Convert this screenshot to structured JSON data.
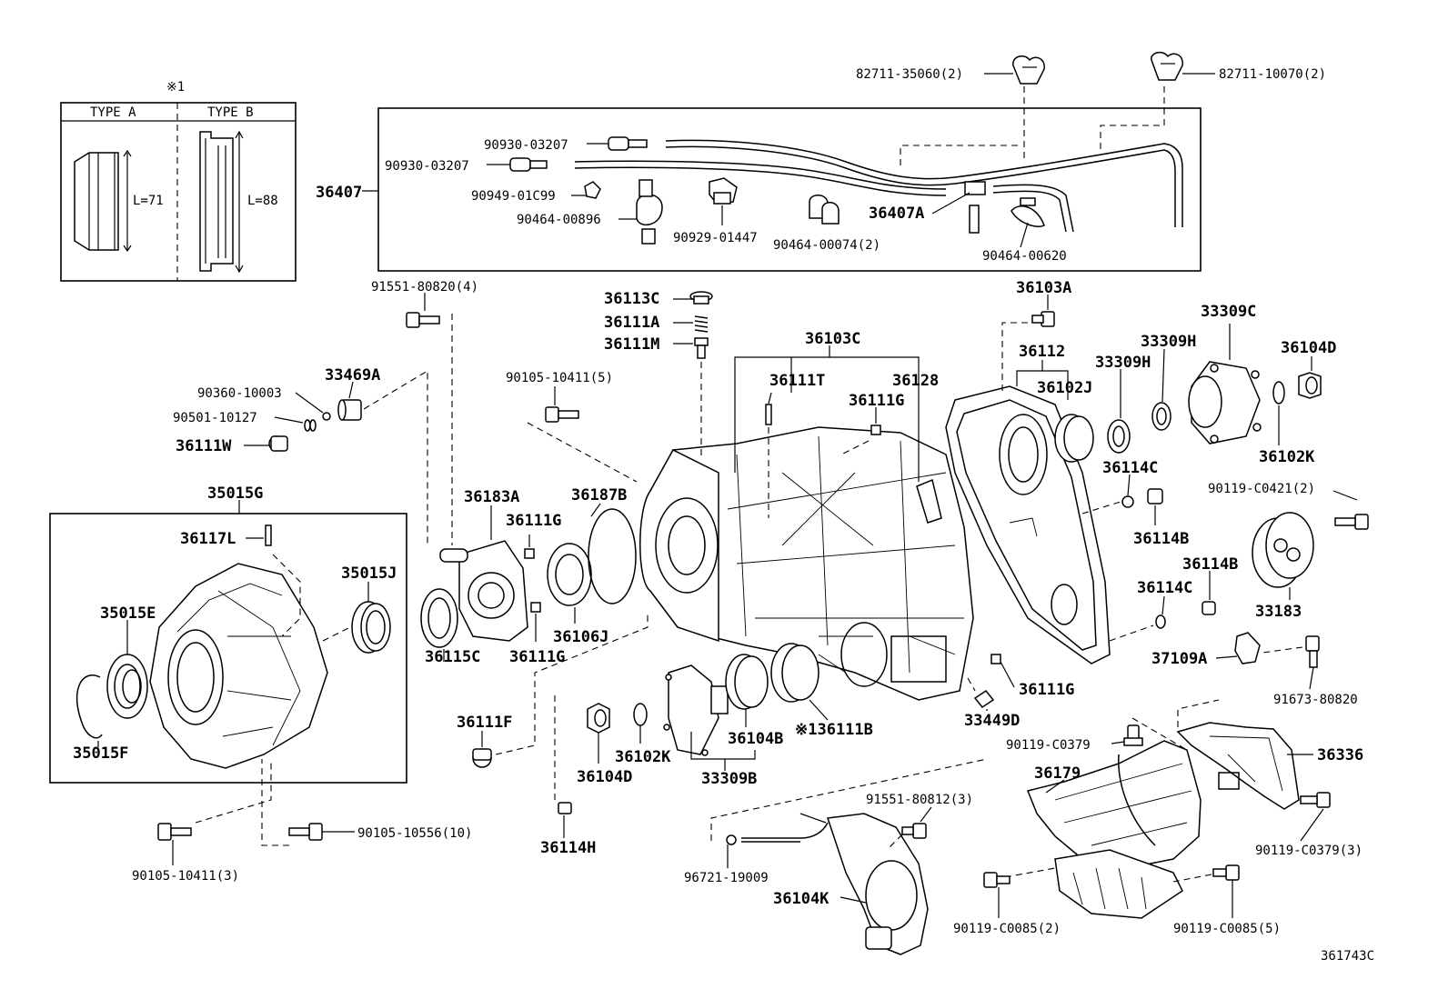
{
  "note_mark": "※1",
  "inset_types": {
    "type_a": "TYPE A",
    "type_b": "TYPE B",
    "len_a": "L=71",
    "len_b": "L=88"
  },
  "group_labels": {
    "hose_kit": "36407",
    "extension_kit": "35015G"
  },
  "labels": [
    {
      "id": "p8271135060",
      "text": "82711-35060(2)"
    },
    {
      "id": "p8271110070",
      "text": "82711-10070(2)"
    },
    {
      "id": "p9093003207a",
      "text": "90930-03207"
    },
    {
      "id": "p9093003207b",
      "text": "90930-03207"
    },
    {
      "id": "p9094901c99",
      "text": "90949-01C99"
    },
    {
      "id": "p9046400896",
      "text": "90464-00896"
    },
    {
      "id": "p9092901447",
      "text": "90929-01447"
    },
    {
      "id": "p9046400074",
      "text": "90464-00074(2)"
    },
    {
      "id": "p36407a",
      "text": "36407A"
    },
    {
      "id": "p9046400620",
      "text": "90464-00620"
    },
    {
      "id": "p9155180820",
      "text": "91551-80820(4)"
    },
    {
      "id": "p36113c",
      "text": "36113C"
    },
    {
      "id": "p36111a",
      "text": "36111A"
    },
    {
      "id": "p36111m",
      "text": "36111M"
    },
    {
      "id": "p36103c",
      "text": "36103C"
    },
    {
      "id": "p36103a",
      "text": "36103A"
    },
    {
      "id": "p33309c",
      "text": "33309C"
    },
    {
      "id": "p36104d_r",
      "text": "36104D"
    },
    {
      "id": "p36112",
      "text": "36112"
    },
    {
      "id": "p33309h_a",
      "text": "33309H"
    },
    {
      "id": "p33309h_b",
      "text": "33309H"
    },
    {
      "id": "p36102j",
      "text": "36102J"
    },
    {
      "id": "p36102k_r",
      "text": "36102K"
    },
    {
      "id": "p33469a",
      "text": "33469A"
    },
    {
      "id": "p9036010003",
      "text": "90360-10003"
    },
    {
      "id": "p9050110127",
      "text": "90501-10127"
    },
    {
      "id": "p36111w",
      "text": "36111W"
    },
    {
      "id": "p9010510411_5",
      "text": "90105-10411(5)"
    },
    {
      "id": "p36111t",
      "text": "36111T"
    },
    {
      "id": "p36128",
      "text": "36128"
    },
    {
      "id": "p36111g_top",
      "text": "36111G"
    },
    {
      "id": "p36114c_a",
      "text": "36114C"
    },
    {
      "id": "p36114b_a",
      "text": "36114B"
    },
    {
      "id": "p90119c0421",
      "text": "90119-C0421(2)"
    },
    {
      "id": "p36183a",
      "text": "36183A"
    },
    {
      "id": "p36187b",
      "text": "36187B"
    },
    {
      "id": "p36111g_a",
      "text": "36111G"
    },
    {
      "id": "p36114b_b",
      "text": "36114B"
    },
    {
      "id": "p36114c_b",
      "text": "36114C"
    },
    {
      "id": "p33183",
      "text": "33183"
    },
    {
      "id": "p36117l",
      "text": "36117L"
    },
    {
      "id": "p35015j",
      "text": "35015J"
    },
    {
      "id": "p35015e",
      "text": "35015E"
    },
    {
      "id": "p36115c",
      "text": "36115C"
    },
    {
      "id": "p36111g_b",
      "text": "36111G"
    },
    {
      "id": "p36106j",
      "text": "36106J"
    },
    {
      "id": "p37109a",
      "text": "37109A"
    },
    {
      "id": "p9167380820",
      "text": "91673-80820"
    },
    {
      "id": "p36111g_c",
      "text": "36111G"
    },
    {
      "id": "p36111f",
      "text": "36111F"
    },
    {
      "id": "p35015f",
      "text": "35015F"
    },
    {
      "id": "p36102k_l",
      "text": "36102K"
    },
    {
      "id": "p36104b",
      "text": "36104B"
    },
    {
      "id": "p36111b",
      "text": "※136111B"
    },
    {
      "id": "p33449d",
      "text": "33449D"
    },
    {
      "id": "p36104d_l",
      "text": "36104D"
    },
    {
      "id": "p33309b",
      "text": "33309B"
    },
    {
      "id": "p90119c0379_1",
      "text": "90119-C0379"
    },
    {
      "id": "p36336",
      "text": "36336"
    },
    {
      "id": "p36179",
      "text": "36179"
    },
    {
      "id": "p36114h",
      "text": "36114H"
    },
    {
      "id": "p9155180812",
      "text": "91551-80812(3)"
    },
    {
      "id": "p90119c0379_3",
      "text": "90119-C0379(3)"
    },
    {
      "id": "p9010510411_3",
      "text": "90105-10411(3)"
    },
    {
      "id": "p9010510556",
      "text": "90105-10556(10)"
    },
    {
      "id": "p9672119009",
      "text": "96721-19009"
    },
    {
      "id": "p36104k",
      "text": "36104K"
    },
    {
      "id": "p90119c0085_2",
      "text": "90119-C0085(2)"
    },
    {
      "id": "p90119c0085_5",
      "text": "90119-C0085(5)"
    }
  ],
  "diagram_id": "361743C"
}
